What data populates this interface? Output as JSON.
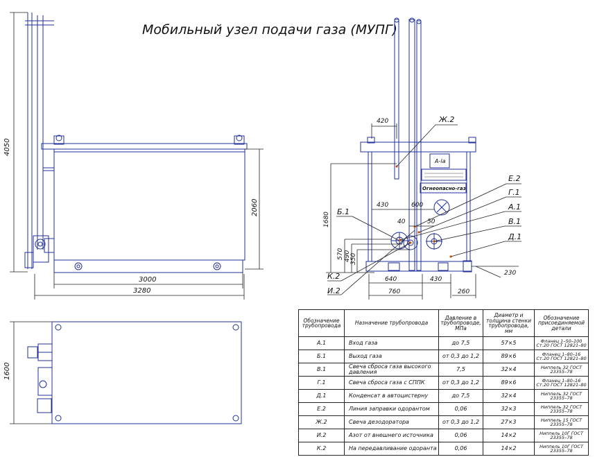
{
  "title": "Мобильный узел подачи газа (МУПГ)",
  "dimensions": {
    "height_total": "4050",
    "height_body": "2060",
    "length_frame": "3000",
    "length_total": "3280",
    "width_plan": "1600",
    "d_420": "420",
    "d_430": "430",
    "d_600": "600",
    "d_40": "40",
    "d_50": "50",
    "d_1680": "1680",
    "d_570": "570",
    "d_490": "490",
    "d_350": "350",
    "d_640": "640",
    "d_760": "760",
    "d_430b": "430",
    "d_260": "260",
    "d_230": "230"
  },
  "callouts": {
    "zh2": "Ж.2",
    "e2": "Е.2",
    "g1": "Г.1",
    "a1": "А.1",
    "v1": "В.1",
    "d1": "Д.1",
    "b1": "Б.1",
    "k2": "К.2",
    "i2": "И.2"
  },
  "panel": {
    "sign": "A-la",
    "danger": "Огнеопасно-газ"
  },
  "table": {
    "headers": [
      "Обозначение трубопровода",
      "Назначение трубопровода",
      "Давление в трубопроводе, МПа",
      "Диаметр и толщина стенки трубопровода, мм",
      "Обозначение присоединяемой детали"
    ],
    "rows": [
      {
        "code": "А.1",
        "name": "Вход газа",
        "pressure": "до 7,5",
        "diameter": "57×5",
        "detail": "Фланец 1–50–100 Ст.20 ГОСТ 12821–80"
      },
      {
        "code": "Б.1",
        "name": "Выход газа",
        "pressure": "от 0,3 до 1,2",
        "diameter": "89×6",
        "detail": "Фланец 1–80–16 Ст.20 ГОСТ 12821–80"
      },
      {
        "code": "В.1",
        "name": "Свеча сброса газа высокого давления",
        "pressure": "7,5",
        "diameter": "32×4",
        "detail": "Ниппель 32 ГОСТ 23355–78"
      },
      {
        "code": "Г.1",
        "name": "Свеча сброса газа с СППК",
        "pressure": "от 0,3 до 1,2",
        "diameter": "89×6",
        "detail": "Фланец 1–80–16 Ст.20 ГОСТ 12821–80"
      },
      {
        "code": "Д.1",
        "name": "Конденсат в автоцистерну",
        "pressure": "до 7,5",
        "diameter": "32×4",
        "detail": "Ниппель 32 ГОСТ 23355–78"
      },
      {
        "code": "Е.2",
        "name": "Линия заправки одорантом",
        "pressure": "0,06",
        "diameter": "32×3",
        "detail": "Ниппель 32 ГОСТ 23355–78"
      },
      {
        "code": "Ж.2",
        "name": "Свеча дезодоратора",
        "pressure": "от 0,3 до 1,2",
        "diameter": "27×3",
        "detail": "Ниппель 15 ГОСТ 23355–78"
      },
      {
        "code": "И.2",
        "name": "Азот от внешнего источника",
        "pressure": "0,06",
        "diameter": "14×2",
        "detail": "Ниппель 10Г ГОСТ 23355–78"
      },
      {
        "code": "К.2",
        "name": "На передавливание одоранта",
        "pressure": "0,06",
        "diameter": "14×2",
        "detail": "Ниппель 10Г ГОСТ 23355–78"
      }
    ]
  },
  "colors": {
    "outline": "#1f2f9a",
    "dimension": "#222222",
    "accent": "#e05a00"
  }
}
